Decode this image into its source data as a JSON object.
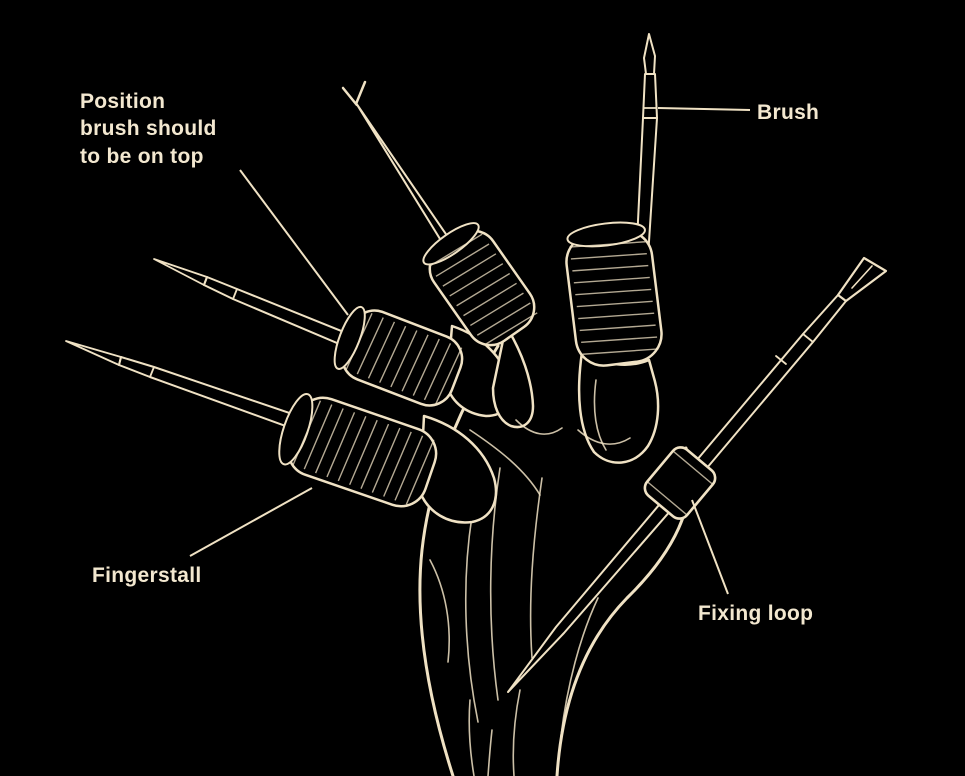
{
  "page": {
    "background_color": "#000000",
    "ink_color": "#f0e2c4",
    "text_color": "#f3e8d0"
  },
  "labels": {
    "position_note": "Position\nbrush should\nto be on top",
    "brush": "Brush",
    "fingerstall": "Fingerstall",
    "fixing_loop": "Fixing loop"
  }
}
